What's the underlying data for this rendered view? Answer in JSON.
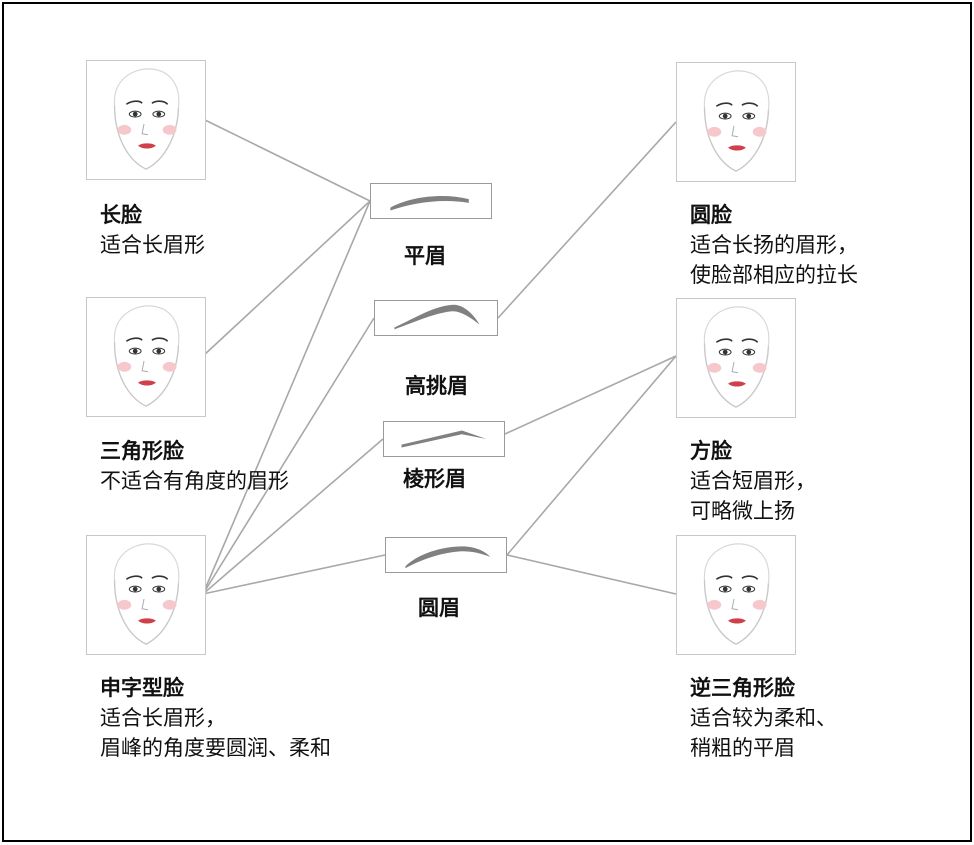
{
  "faces": [
    {
      "id": "long",
      "name": "长脸",
      "desc": [
        "适合长眉形"
      ]
    },
    {
      "id": "triangle",
      "name": "三角形脸",
      "desc": [
        "不适合有角度的眉形"
      ]
    },
    {
      "id": "shen",
      "name": "申字型脸",
      "desc": [
        "适合长眉形，",
        "眉峰的角度要圆润、柔和"
      ]
    },
    {
      "id": "round",
      "name": "圆脸",
      "desc": [
        "适合长扬的眉形，",
        "使脸部相应的拉长"
      ]
    },
    {
      "id": "square",
      "name": "方脸",
      "desc": [
        "适合短眉形，",
        "可略微上扬"
      ]
    },
    {
      "id": "inverted-triangle",
      "name": "逆三角形脸",
      "desc": [
        "适合较为柔和、",
        "稍粗的平眉"
      ]
    }
  ],
  "brows": [
    {
      "id": "flat",
      "label": "平眉"
    },
    {
      "id": "high-arch",
      "label": "高挑眉"
    },
    {
      "id": "angular",
      "label": "棱形眉"
    },
    {
      "id": "round",
      "label": "圆眉"
    }
  ],
  "links": [
    [
      "long",
      "flat"
    ],
    [
      "triangle",
      "flat"
    ],
    [
      "shen",
      "flat"
    ],
    [
      "shen",
      "high-arch"
    ],
    [
      "shen",
      "angular"
    ],
    [
      "shen",
      "round"
    ],
    [
      "round",
      "high-arch"
    ],
    [
      "square",
      "angular"
    ],
    [
      "square",
      "round"
    ],
    [
      "inverted-triangle",
      "round"
    ]
  ],
  "colors": {
    "border": "#000000",
    "line": "#a8a8a8",
    "brow": "#808080",
    "lip": "#d0404a",
    "blush": "#f6c8cc"
  }
}
